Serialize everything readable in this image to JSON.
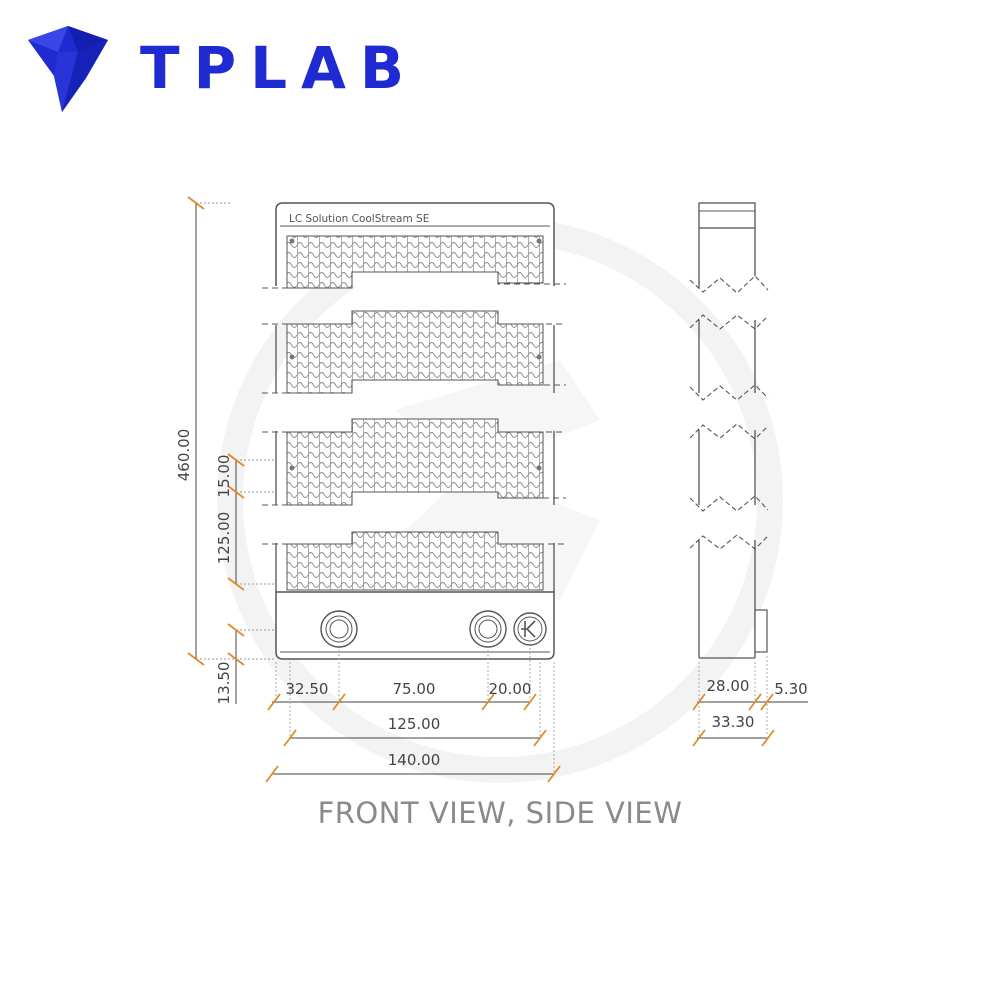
{
  "brand": {
    "name": "TPLAB",
    "color": "#1f2bd1",
    "icon": "diamond-logo-icon"
  },
  "diagram": {
    "product_label": "LC Solution CoolStream SE",
    "caption": "FRONT VIEW, SIDE VIEW",
    "accent_color": "#e08a2a",
    "line_color": "#555555",
    "badge_icon": "ek-logo-icon",
    "dimensions": {
      "height_total": "460.00",
      "port_offset": "15.00",
      "port_pitch": "125.00",
      "bottom_offset": "13.50",
      "left_to_port": "32.50",
      "port_spacing": "75.00",
      "port_to_badge": "20.00",
      "mount_width": "125.00",
      "total_width": "140.00",
      "side_depth": "28.00",
      "side_extra": "5.30",
      "side_total": "33.30"
    }
  }
}
